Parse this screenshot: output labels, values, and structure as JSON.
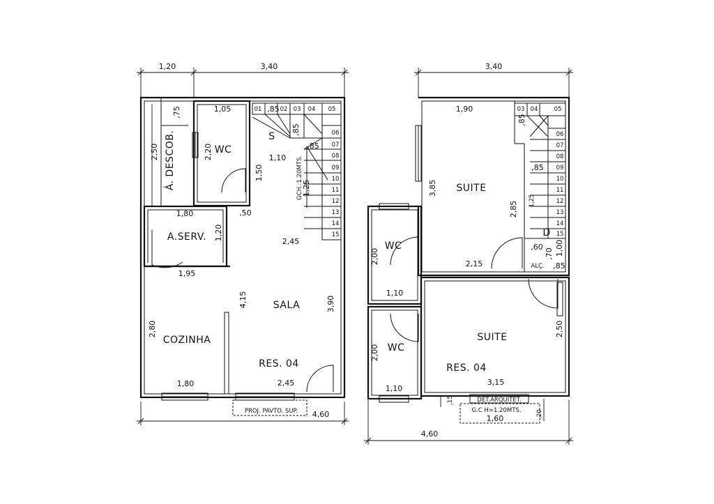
{
  "ground_floor": {
    "rooms": {
      "wc": "WC",
      "a_serv": "A.SERV.",
      "cozinha": "COZINHA",
      "sala": "SALA",
      "descob": "Á. DESCOB."
    },
    "res_label": "RES. 04",
    "proj_label": "PROJ. PAVTO. SUP.",
    "stair_label": "GCH.:1.20MTS.",
    "stair_mark": "S",
    "steps": [
      "01",
      "02",
      "03",
      "04",
      "05",
      "06",
      "07",
      "08",
      "09",
      "10",
      "11",
      "12",
      "13",
      "14",
      "15"
    ],
    "dims": {
      "top_left": "1,20",
      "top_right": "3,40",
      "bottom_total": "4,60",
      "descob_height": "2,50",
      "descob_width": ",75",
      "wc_width": "1,05",
      "wc_height": "2,20",
      "wc_door": "1,50",
      "stair_85a": ",85",
      "stair_85b": ",85",
      "stair_85c": ",85",
      "stair_110": "1,10",
      "stair_125": "1,25",
      "serv_width": "1,80",
      "serv_height": "1,20",
      "gap_50": ",50",
      "sala_245a": "2,45",
      "cozinha_195": "1,95",
      "sala_415": "4,15",
      "sala_390": "3,90",
      "cozinha_280": "2,80",
      "cozinha_180": "1,80",
      "sala_245b": "2,45"
    }
  },
  "upper_floor": {
    "rooms": {
      "suite_top": "SUITE",
      "suite_bottom": "SUITE",
      "wc_top": "WC",
      "wc_bottom": "WC"
    },
    "res_label": "RES. 04",
    "stair_mark": "D",
    "alc_label": "ALÇ.",
    "det_label": "DET.ARQUITET.",
    "gc_label": "G.C H=1.20MTS.",
    "steps": [
      "03",
      "04",
      "05",
      "06",
      "07",
      "08",
      "09",
      "10",
      "11",
      "12",
      "13",
      "14",
      "15"
    ],
    "dims": {
      "top": "3,40",
      "bottom_total": "4,60",
      "suite_190": "1,90",
      "suite_385": "3,85",
      "suite_285": "2,85",
      "suite_215": "2,15",
      "stair_85a": ",85",
      "stair_85b": ",85",
      "stair_125": "1,25",
      "stair_60": ",60",
      "stair_70": ",70",
      "stair_100": "1,00",
      "stair_85c": ",85",
      "wc_200a": "2,00",
      "wc_110a": "1,10",
      "wc_200b": "2,00",
      "wc_110b": "1,10",
      "suite_250": "2,50",
      "suite_315": "3,15",
      "gc_160": "1,60",
      "gc_15": ",15",
      "gc_20": ",20"
    }
  }
}
